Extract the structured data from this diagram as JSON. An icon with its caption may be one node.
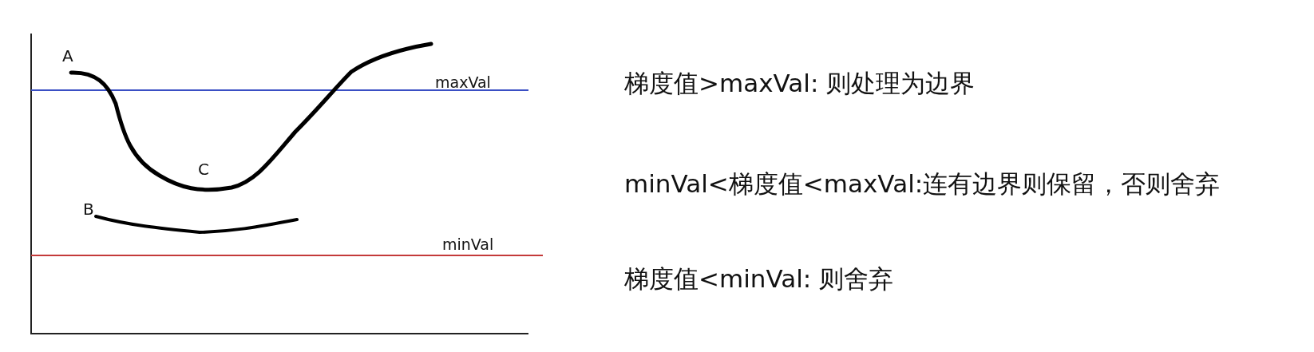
{
  "diagram": {
    "labels": [
      "A",
      "maxVal",
      "梯度值>maxVal: 则处理为边界",
      "C",
      "minVal<梯度值<maxVal:连有边界则保留，否则舍弃",
      "B",
      "minVal",
      "梯度值<minVal: 则舍弃"
    ]
  }
}
